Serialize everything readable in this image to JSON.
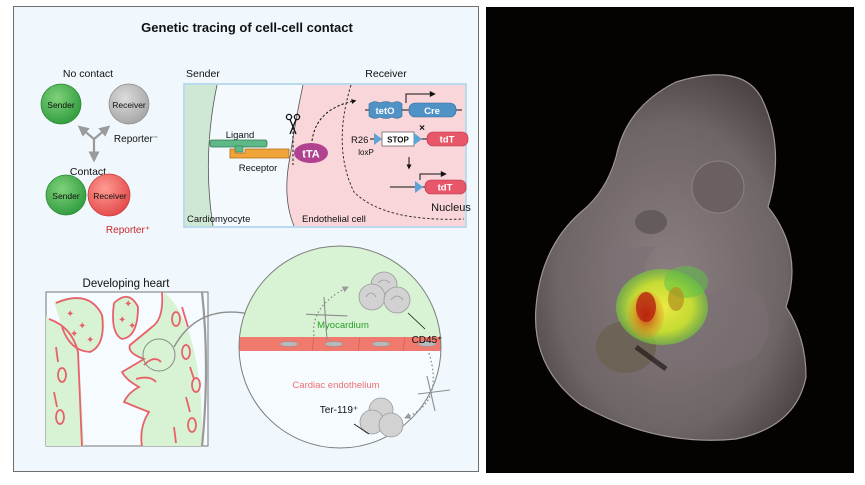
{
  "figure": {
    "title": "Genetic tracing of cell-cell contact",
    "colors": {
      "panel_bg": "#f0f8fd",
      "sender_green": "#3fae49",
      "receiver_gray": "#b9b9b9",
      "receiver_red": "#ee5a5a",
      "reporter_plus": "#c8282d",
      "tTA_magenta": "#b0428f",
      "gene_blue": "#4f92c6",
      "tdT_red": "#e8566a",
      "ligand_green": "#5fb887",
      "receptor_orange": "#f0a43a",
      "myocardium_green": "#d4f2cf",
      "endothelium_red": "#f07a6e",
      "myocardium_text": "#2aa02a",
      "endothelium_text": "#ef7070"
    },
    "contact_schematic": {
      "no_contact_label": "No contact",
      "contact_label": "Contact",
      "sender_label": "Sender",
      "receiver_label": "Receiver",
      "reporter_minus": "Reporter⁻",
      "reporter_plus": "Reporter⁺"
    },
    "mechanism": {
      "sender_label": "Sender",
      "receiver_label": "Receiver",
      "ligand_label": "Ligand",
      "receptor_label": "Receptor",
      "tta_label": "tTA",
      "teto_label": "tetO",
      "cre_label": "Cre",
      "cross_mark": "×",
      "r26_label": "R26",
      "stop_label": "STOP",
      "loxp_label": "loxP",
      "tdt_label": "tdT",
      "tdt_label_2": "tdT",
      "nucleus_label": "Nucleus",
      "cardiomyocyte_label": "Cardiomyocyte",
      "endothelial_label": "Endothelial cell",
      "scissors_icon": "scissors"
    },
    "heart": {
      "title": "Developing heart",
      "myocardium_label": "Myocardium",
      "endothelium_label": "Cardiac endothelium",
      "cd45_label": "CD45⁺",
      "ter119_label": "Ter-119⁺"
    },
    "photo": {
      "description": "Mouse embryo fluorescence image with heart labeled red/green/yellow"
    }
  }
}
